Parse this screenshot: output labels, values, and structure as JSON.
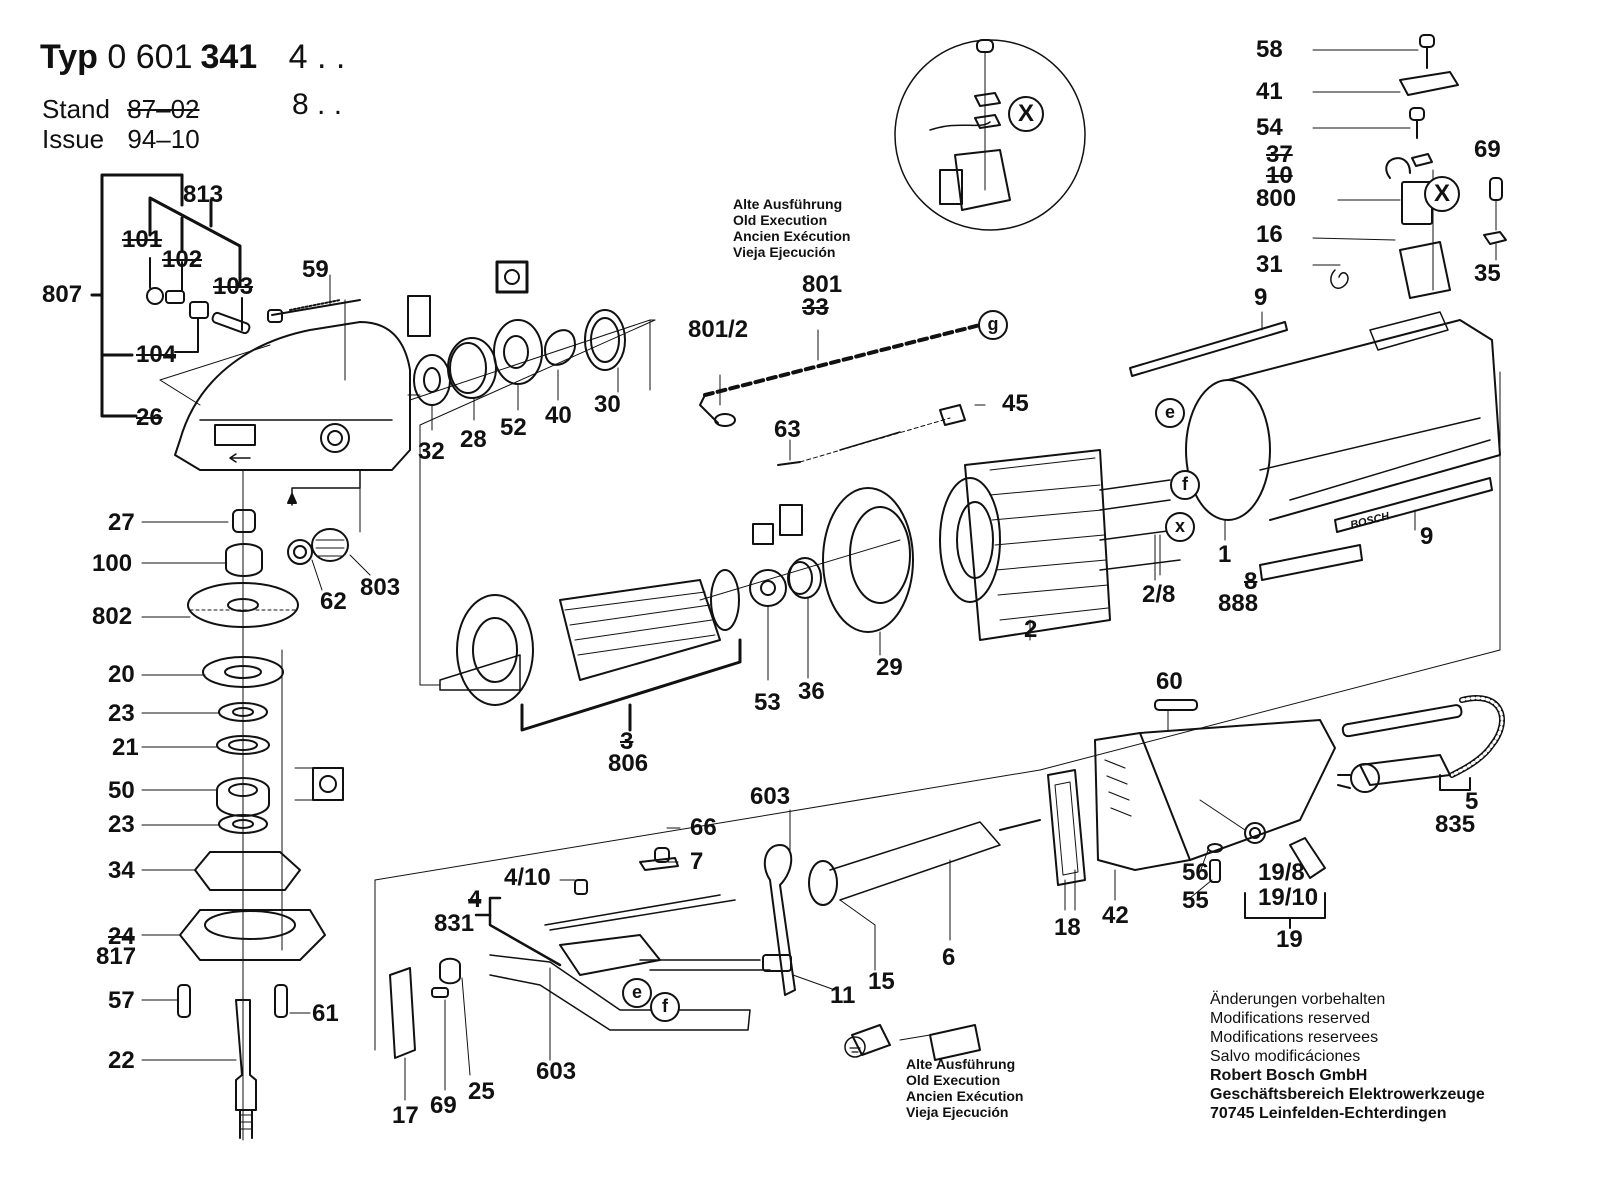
{
  "header": {
    "typ_label": "Typ",
    "typ_number_prefix": "0 601",
    "typ_number_main": "341",
    "variant_1": "4 . .",
    "variant_2": "8 . .",
    "stand_label": "Stand",
    "stand_value_struck": "87–02",
    "issue_label": "Issue",
    "issue_value": "94–10"
  },
  "notes": {
    "old_execution_top": [
      "Alte Ausführung",
      "Old Execution",
      "Ancien Exécution",
      "Vieja Ejecución"
    ],
    "old_execution_bottom": [
      "Alte Ausführung",
      "Old Execution",
      "Ancien Exécution",
      "Vieja Ejecución"
    ]
  },
  "footer": {
    "lines": [
      "Änderungen vorbehalten",
      "Modifications reserved",
      "Modifications reservees",
      "Salvo modificáciones"
    ],
    "company": [
      "Robert Bosch GmbH",
      "Geschäftsbereich Elektrowerkzeuge",
      "70745 Leinfelden-Echterdingen"
    ]
  },
  "connectors": {
    "e": "e",
    "f": "f",
    "g": "g",
    "x": "x",
    "X": "X"
  },
  "brand_mark": "BOSCH",
  "parts": {
    "p813": "813",
    "p807": "807",
    "p101": "101",
    "p102": "102",
    "p103": "103",
    "p104": "104",
    "p26": "26",
    "p59": "59",
    "p32": "32",
    "p28": "28",
    "p52": "52",
    "p40": "40",
    "p30": "30",
    "p27": "27",
    "p100": "100",
    "p62": "62",
    "p803": "803",
    "p802": "802",
    "p20": "20",
    "p23a": "23",
    "p21": "21",
    "p50": "50",
    "p23b": "23",
    "p34": "34",
    "p24": "24",
    "p817": "817",
    "p57": "57",
    "p61": "61",
    "p22": "22",
    "p801_2": "801/2",
    "p801": "801",
    "p33": "33",
    "p63": "63",
    "p45": "45",
    "p3": "3",
    "p806": "806",
    "p53": "53",
    "p36": "36",
    "p29": "29",
    "p2": "2",
    "p2_8": "2/8",
    "p1": "1",
    "p9a": "9",
    "p9b": "9",
    "p8": "8",
    "p888": "888",
    "p58": "58",
    "p41": "41",
    "p54": "54",
    "p37": "37",
    "p10": "10",
    "p800": "800",
    "p16": "16",
    "p31": "31",
    "p69a": "69",
    "p35": "35",
    "p603a": "603",
    "p66": "66",
    "p7": "7",
    "p4_10": "4/10",
    "p4": "4",
    "p831": "831",
    "p17": "17",
    "p69b": "69",
    "p25": "25",
    "p603b": "603",
    "p11": "11",
    "p15": "15",
    "p6": "6",
    "p18": "18",
    "p42": "42",
    "p60": "60",
    "p56": "56",
    "p55": "55",
    "p19_8": "19/8",
    "p19_10": "19/10",
    "p19": "19",
    "p5": "5",
    "p835": "835"
  }
}
